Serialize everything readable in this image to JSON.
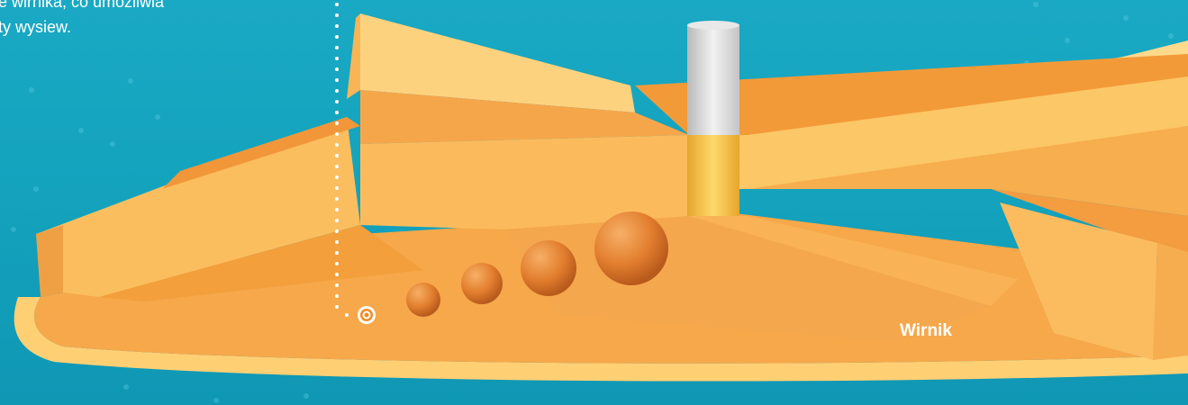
{
  "description": {
    "line1": "e wirnika, co umożliwia",
    "line2": "ty wysiew."
  },
  "label": "Wirnik",
  "colors": {
    "background": "#14a3bd",
    "rotor_light": "#ffc864",
    "rotor_mid": "#fbb04a",
    "rotor_dark": "#f09a3a",
    "seed": "#e27e2e",
    "marker": "#f28c28"
  },
  "icons": {
    "marker": "target-icon"
  }
}
